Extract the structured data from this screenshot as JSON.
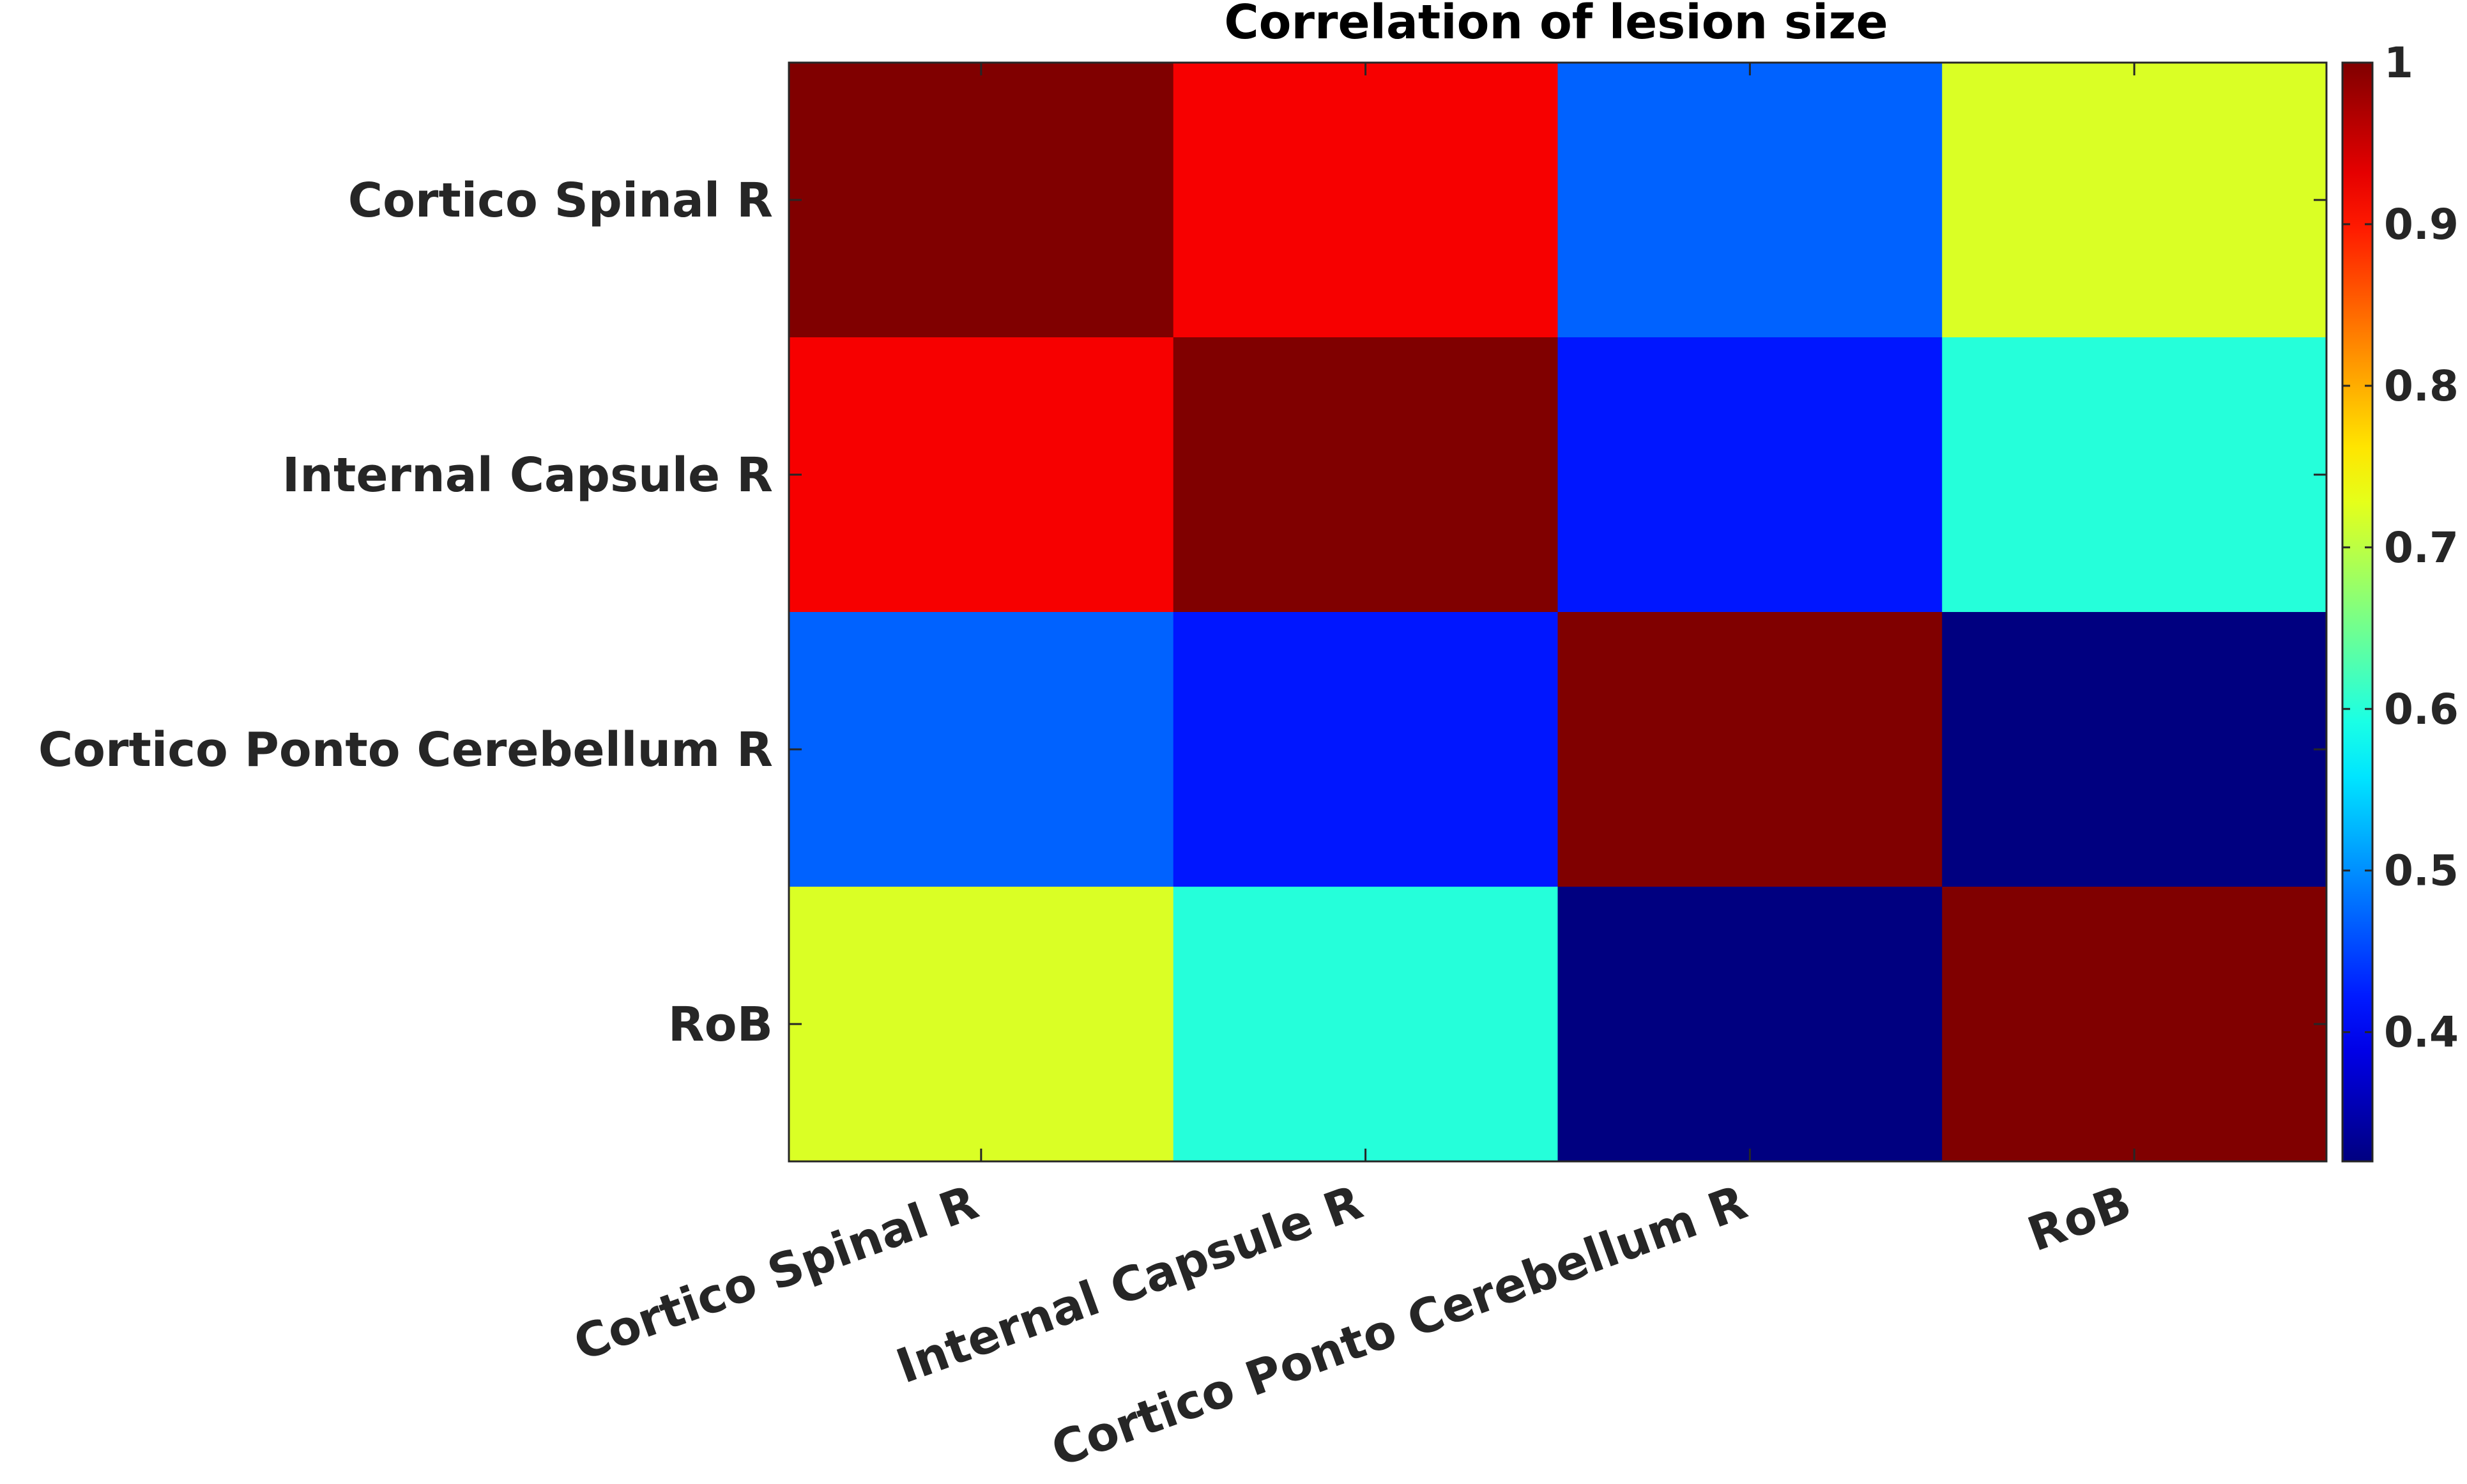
{
  "chart_data": {
    "type": "heatmap",
    "title": "Correlation of lesion size",
    "rows": [
      "Cortico Spinal R",
      "Internal Capsule R",
      "Cortico Ponto Cerebellum R",
      "RoB"
    ],
    "columns": [
      "Cortico Spinal R",
      "Internal Capsule R",
      "Cortico Ponto Cerebellum R",
      "RoB"
    ],
    "values": [
      [
        1.0,
        0.92,
        0.47,
        0.72
      ],
      [
        0.92,
        1.0,
        0.42,
        0.6
      ],
      [
        0.47,
        0.42,
        1.0,
        0.32
      ],
      [
        0.72,
        0.6,
        0.32,
        1.0
      ]
    ],
    "colormap": "jet",
    "color_range": [
      0.32,
      1.0
    ],
    "colorbar": {
      "ticks": [
        0.4,
        0.5,
        0.6,
        0.7,
        0.8,
        0.9,
        1
      ],
      "tick_labels": [
        "0.4",
        "0.5",
        "0.6",
        "0.7",
        "0.8",
        "0.9",
        "1"
      ],
      "position": "right"
    },
    "grid": false
  }
}
